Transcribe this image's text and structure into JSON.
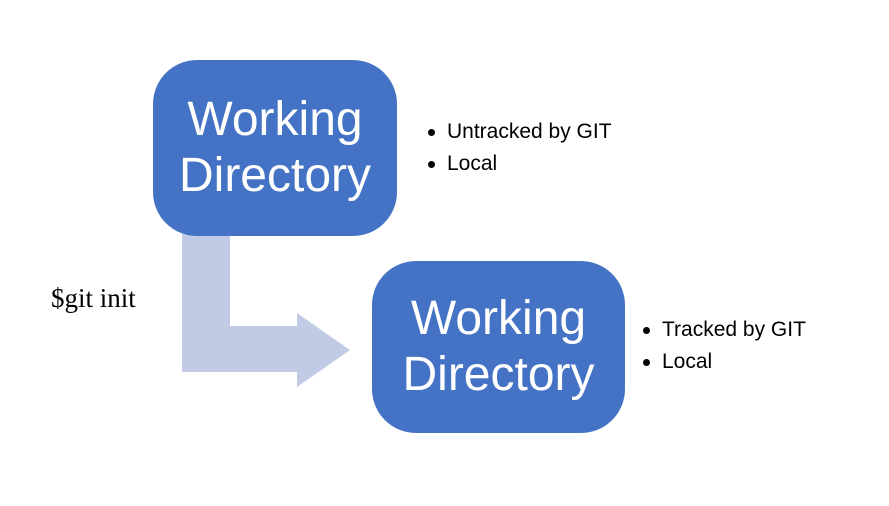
{
  "colors": {
    "background": "#ffffff",
    "node_fill": "#4472C4",
    "node_text_color": "#ffffff",
    "arrow_fill": "#C2CBE5",
    "body_text_color": "#000000"
  },
  "nodes": [
    {
      "title": "Working Directory",
      "bullets": [
        "Untracked by GIT",
        "Local"
      ]
    },
    {
      "title": "Working Directory",
      "bullets": [
        "Tracked by GIT",
        "Local"
      ]
    }
  ],
  "arrow": {
    "label": "$git init",
    "shape": "elbow-arrow-down-right"
  }
}
